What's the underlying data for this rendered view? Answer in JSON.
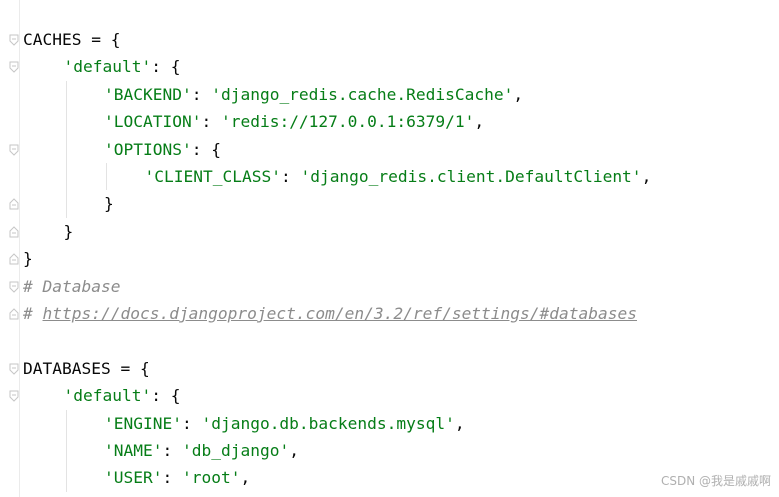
{
  "code": {
    "lines": [
      {
        "indent": 0,
        "tokens": [
          {
            "t": "CACHES = {",
            "c": "kw"
          }
        ],
        "fold": "open"
      },
      {
        "indent": 1,
        "tokens": [
          {
            "t": "'default'",
            "c": "str"
          },
          {
            "t": ": {",
            "c": "punc"
          }
        ],
        "fold": "open"
      },
      {
        "indent": 2,
        "tokens": [
          {
            "t": "'BACKEND'",
            "c": "str"
          },
          {
            "t": ": ",
            "c": "punc"
          },
          {
            "t": "'django_redis.cache.RedisCache'",
            "c": "str"
          },
          {
            "t": ",",
            "c": "punc"
          }
        ],
        "fold": ""
      },
      {
        "indent": 2,
        "tokens": [
          {
            "t": "'LOCATION'",
            "c": "str"
          },
          {
            "t": ": ",
            "c": "punc"
          },
          {
            "t": "'redis://127.0.0.1:6379/1'",
            "c": "str"
          },
          {
            "t": ",",
            "c": "punc"
          }
        ],
        "fold": ""
      },
      {
        "indent": 2,
        "tokens": [
          {
            "t": "'OPTIONS'",
            "c": "str"
          },
          {
            "t": ": {",
            "c": "punc"
          }
        ],
        "fold": "open"
      },
      {
        "indent": 3,
        "tokens": [
          {
            "t": "'CLIENT_CLASS'",
            "c": "str"
          },
          {
            "t": ": ",
            "c": "punc"
          },
          {
            "t": "'django_redis.client.DefaultClient'",
            "c": "str"
          },
          {
            "t": ",",
            "c": "punc"
          }
        ],
        "fold": ""
      },
      {
        "indent": 2,
        "tokens": [
          {
            "t": "}",
            "c": "punc"
          }
        ],
        "fold": "close"
      },
      {
        "indent": 1,
        "tokens": [
          {
            "t": "}",
            "c": "punc"
          }
        ],
        "fold": "close"
      },
      {
        "indent": 0,
        "tokens": [
          {
            "t": "}",
            "c": "punc"
          }
        ],
        "fold": "close"
      },
      {
        "indent": 0,
        "tokens": [
          {
            "t": "# Database",
            "c": "comment"
          }
        ],
        "fold": "open"
      },
      {
        "indent": 0,
        "tokens": [
          {
            "t": "# ",
            "c": "comment"
          },
          {
            "t": "https://docs.djangoproject.com/en/3.2/ref/settings/#databases",
            "c": "link"
          }
        ],
        "fold": "close"
      },
      {
        "indent": 0,
        "tokens": [],
        "fold": ""
      },
      {
        "indent": 0,
        "tokens": [
          {
            "t": "DATABASES = {",
            "c": "kw"
          }
        ],
        "fold": "open"
      },
      {
        "indent": 1,
        "tokens": [
          {
            "t": "'default'",
            "c": "str"
          },
          {
            "t": ": {",
            "c": "punc"
          }
        ],
        "fold": "open"
      },
      {
        "indent": 2,
        "tokens": [
          {
            "t": "'ENGINE'",
            "c": "str"
          },
          {
            "t": ": ",
            "c": "punc"
          },
          {
            "t": "'django.db.backends.mysql'",
            "c": "str"
          },
          {
            "t": ",",
            "c": "punc"
          }
        ],
        "fold": ""
      },
      {
        "indent": 2,
        "tokens": [
          {
            "t": "'NAME'",
            "c": "str"
          },
          {
            "t": ": ",
            "c": "punc"
          },
          {
            "t": "'db_django'",
            "c": "str"
          },
          {
            "t": ",",
            "c": "punc"
          }
        ],
        "fold": ""
      },
      {
        "indent": 2,
        "tokens": [
          {
            "t": "'USER'",
            "c": "str"
          },
          {
            "t": ": ",
            "c": "punc"
          },
          {
            "t": "'root'",
            "c": "str"
          },
          {
            "t": ",",
            "c": "punc"
          }
        ],
        "fold": ""
      }
    ]
  },
  "colors": {
    "string": "#067d17",
    "comment": "#8c8c8c",
    "text": "#080808",
    "background": "#ffffff"
  },
  "watermark": {
    "text": "CSDN @我是戚戚啊"
  },
  "icons": {
    "fold_open": "fold-open-icon",
    "fold_close": "fold-close-icon"
  }
}
